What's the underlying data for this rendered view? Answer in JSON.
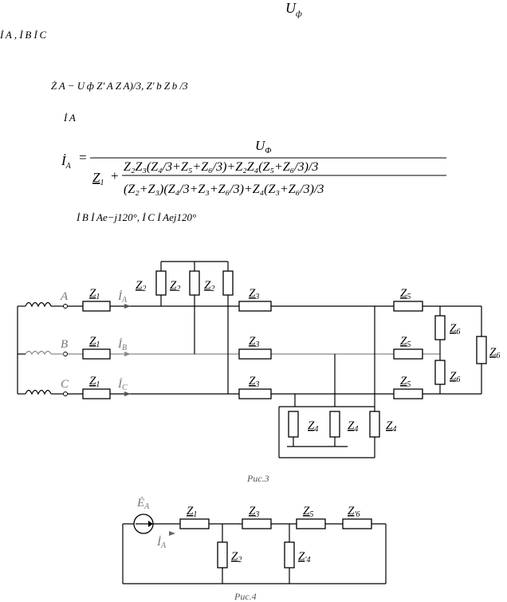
{
  "text_lines": {
    "top_fragment": "U",
    "top_fragment_sub": "ф",
    "currents_fragment": "İ A , İ B   İ C",
    "equiv_line": "Ż A − U ф   Z' A   Z A)/3, Z' b   Z b /3",
    "ia_label": "İ A",
    "phase_shift_line": "İ B   İ Ae−j120°,  İ C   İ Aej120°"
  },
  "formula": {
    "lhs": "İ",
    "lhs_sub": "A",
    "equals": "=",
    "numerator": "U",
    "numerator_sub": "Ф",
    "z1": "Z",
    "z1_sub": "1",
    "plus": "+",
    "inner_numerator": "Z₂Z₃(Z₄/3+Z₅+Z₆/3)+Z₂Z₄(Z₅+Z₆/3)/3",
    "inner_denominator": "(Z₂+Z₃)(Z₄/3+Z₃+Z₆/3)+Z₄(Z₃+Z₆/3)/3"
  },
  "fig3": {
    "caption": "Рис.3",
    "phase_a": "A",
    "phase_b": "B",
    "phase_c": "C",
    "current_a": "İ",
    "current_a_sub": "A",
    "current_b": "İ",
    "current_b_sub": "B",
    "current_c": "İ",
    "current_c_sub": "C",
    "z": "Z",
    "s1": "1",
    "s2": "2",
    "s3": "3",
    "s4": "4",
    "s5": "5",
    "s6": "6"
  },
  "fig4": {
    "caption": "Рис.4",
    "source": "Ė",
    "source_sub": "A",
    "current": "İ",
    "current_sub": "A",
    "z": "Z",
    "s1": "1",
    "s2": "2",
    "s3": "3",
    "s5": "5",
    "s4p": "'4",
    "s6p": "'6"
  }
}
